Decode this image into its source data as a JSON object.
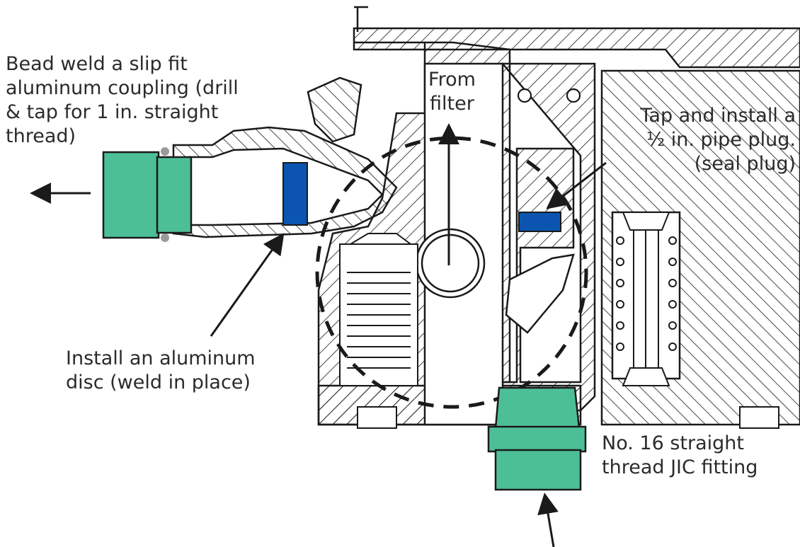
{
  "callouts": {
    "coupling": [
      "Bead weld a slip fit",
      "aluminum coupling (drill",
      "& tap for 1 in. straight",
      "thread)"
    ],
    "filter": [
      "From",
      "filter"
    ],
    "plug": [
      "Tap and install a",
      "½ in. pipe plug.",
      "(seal plug)"
    ],
    "disc": [
      "Install an aluminum",
      "disc (weld in place)"
    ],
    "jic": [
      "No. 16 straight",
      "thread JIC fitting"
    ]
  },
  "colors": {
    "fitting_green": "#4dbf97",
    "disc_blue": "#0b55b0",
    "line": "#1a1a1a",
    "oring_gray": "#9a9a9a"
  }
}
